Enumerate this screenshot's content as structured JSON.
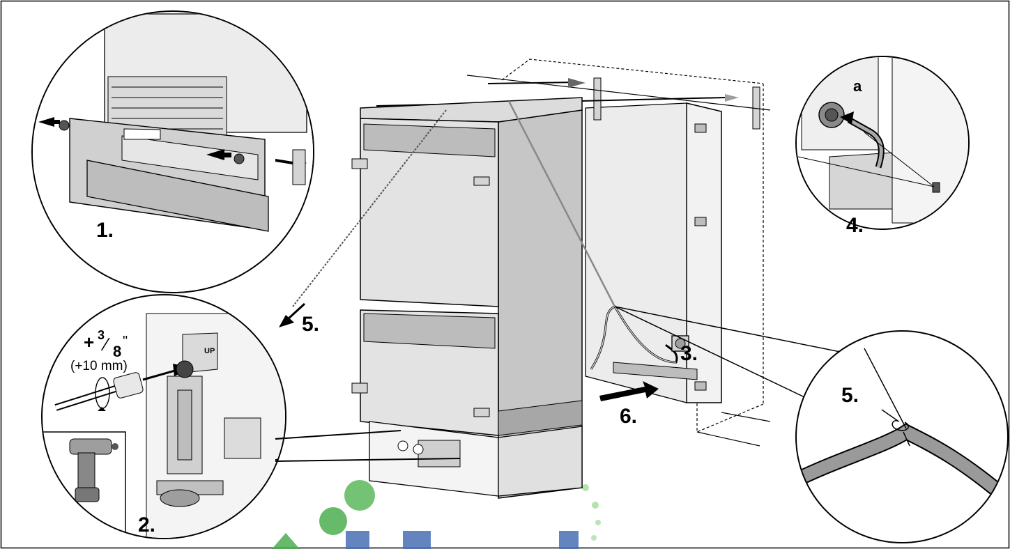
{
  "steps": {
    "step1": "1.",
    "step2": "2.",
    "step3": "3.",
    "step4": "4.",
    "step5_main": "5.",
    "step5_detail": "5.",
    "step6": "6."
  },
  "detail_labels": {
    "connector_a": "a",
    "height_fraction_whole": "+",
    "height_fraction_num": "3",
    "height_fraction_den": "8",
    "height_fraction_quote": "\"",
    "height_metric": "(+10 mm)",
    "hinge_up": "UP"
  },
  "colors": {
    "outline": "#000000",
    "appliance_face": "#d4d4d4",
    "appliance_side": "#bdbdbd",
    "panel_light": "#e8e8e8",
    "cabinet": "#f0f0f0",
    "rope": "#888888",
    "watermark_green": "#4caf50",
    "watermark_blue": "#4a6fb5"
  }
}
